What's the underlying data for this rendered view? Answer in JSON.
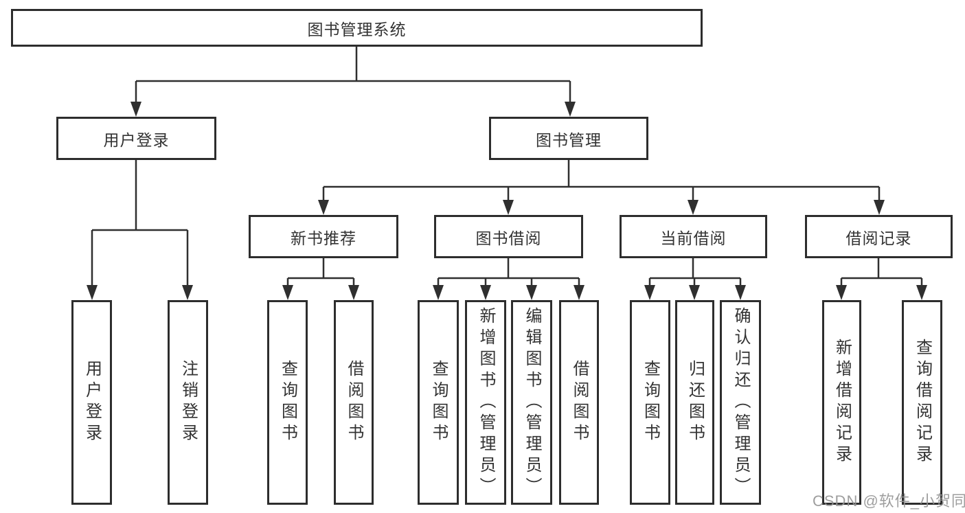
{
  "diagram": {
    "root": {
      "label": "图书管理系统"
    },
    "branches": [
      {
        "label": "用户登录",
        "leaves": [
          {
            "label": "用户登录"
          },
          {
            "label": "注销登录"
          }
        ]
      },
      {
        "label": "图书管理",
        "groups": [
          {
            "label": "新书推荐",
            "leaves": [
              {
                "label": "查询图书"
              },
              {
                "label": "借阅图书"
              }
            ]
          },
          {
            "label": "图书借阅",
            "leaves": [
              {
                "label": "查询图书"
              },
              {
                "label": "新增图书（管理员）"
              },
              {
                "label": "编辑图书（管理员）"
              },
              {
                "label": "借阅图书"
              }
            ]
          },
          {
            "label": "当前借阅",
            "leaves": [
              {
                "label": "查询图书"
              },
              {
                "label": "归还图书"
              },
              {
                "label": "确认归还（管理员）"
              }
            ]
          },
          {
            "label": "借阅记录",
            "leaves": [
              {
                "label": "新增借阅记录"
              },
              {
                "label": "查询借阅记录"
              }
            ]
          }
        ]
      }
    ]
  },
  "watermark": {
    "text": "CSDN @软件_小贺同学"
  },
  "colors": {
    "line": "#2f2f2f",
    "border": "#2d2d2d",
    "text": "#333333",
    "watermark": "#949494",
    "background": "#ffffff"
  }
}
